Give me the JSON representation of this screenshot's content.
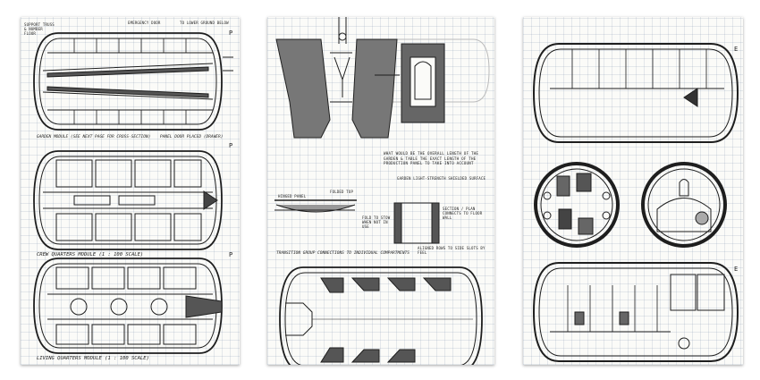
{
  "pages": [
    {
      "id": "page-1",
      "labels": {
        "garden_caption": "GARDEN MODULE (SEE NEXT PAGE FOR CROSS-SECTION)",
        "garden_caption_right": "PANEL DOOR PLACED (DRAWER)",
        "crew_caption": "CREW QUARTERS MODULE (1 : 100 SCALE)",
        "living_caption": "LIVING QUARTERS MODULE (1 : 100 SCALE)",
        "note_top_left": "SUPPORT TRUSS & NUMBER FLOOR",
        "note_top_mid": "EMERGENCY DOOR",
        "note_top_right": "TO LOWER GROUND BELOW",
        "marker_1": "P",
        "marker_2": "P",
        "marker_3": "P"
      }
    },
    {
      "id": "page-2",
      "labels": {
        "note_1": "WHAT WOULD BE THE OVERALL LENGTH OF THE GARDEN & TABLE THE EXACT LENGTH OF THE PRODUCTION PANEL TO TAKE INTO ACCOUNT",
        "note_2": "GARDEN LIGHT-STRENGTH SHIELDED SURFACE",
        "note_fold": "FOLD TO STOW WHEN NOT IN USE",
        "note_hinge": "HINGED PANEL",
        "note_fold_top": "FOLDED TOP",
        "note_section": "SECTION / PLAN CONNECTS TO FLOOR WALL",
        "note_bottom": "ALIGNED ROWS TO SIDE SLOTS BY FEEL",
        "transition_caption": "TRANSITION GROUP CONNECTIONS TO INDIVIDUAL COMPARTMENTS"
      }
    },
    {
      "id": "page-3",
      "labels": {
        "marker_1": "E",
        "marker_2": "E"
      }
    }
  ]
}
